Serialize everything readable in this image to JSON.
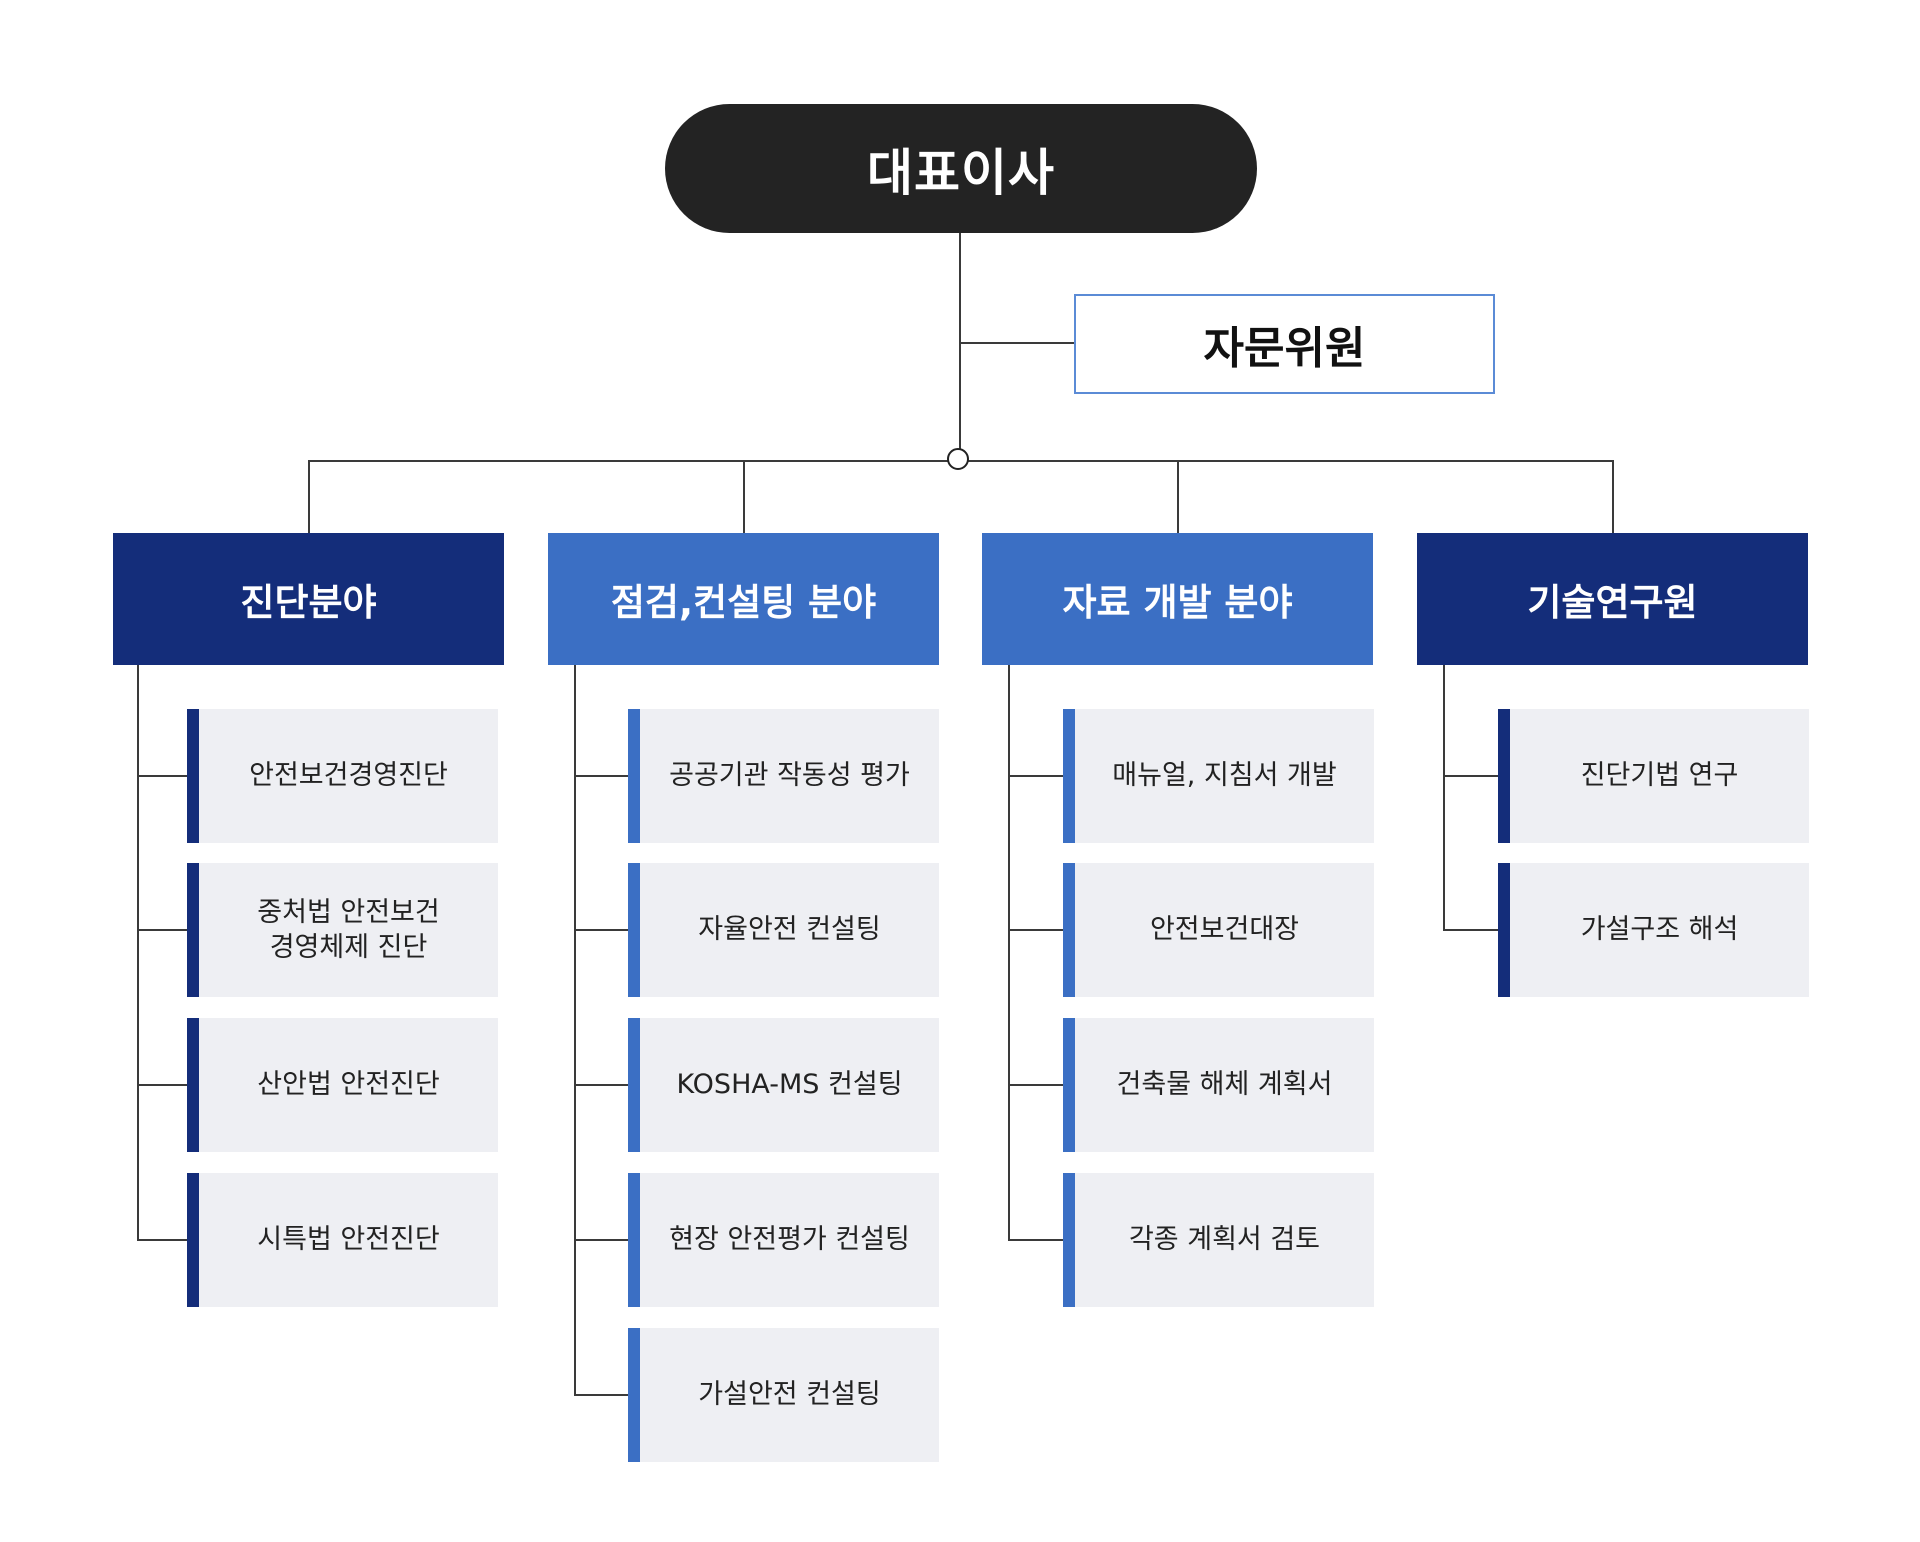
{
  "ceo": "대표이사",
  "advisor": "자문위원",
  "colors": {
    "dark": "#142d7a",
    "light": "#3b6fc4",
    "ceo": "#232323",
    "item_bg": "#eeeff3"
  },
  "departments": [
    {
      "title": "진단분야",
      "tone": "dark",
      "items": [
        "안전보건경영진단",
        "중처법 안전보건\n경영체제 진단",
        "산안법 안전진단",
        "시특법 안전진단"
      ]
    },
    {
      "title": "점검,컨설팅 분야",
      "tone": "light",
      "items": [
        "공공기관 작동성 평가",
        "자율안전 컨설팅",
        "KOSHA-MS 컨설팅",
        "현장 안전평가 컨설팅",
        "가설안전 컨설팅"
      ]
    },
    {
      "title": "자료 개발 분야",
      "tone": "light",
      "items": [
        "매뉴얼, 지침서 개발",
        "안전보건대장",
        "건축물 해체 계획서",
        "각종 계획서 검토"
      ]
    },
    {
      "title": "기술연구원",
      "tone": "dark",
      "items": [
        "진단기법 연구",
        "가설구조 해석"
      ]
    }
  ]
}
